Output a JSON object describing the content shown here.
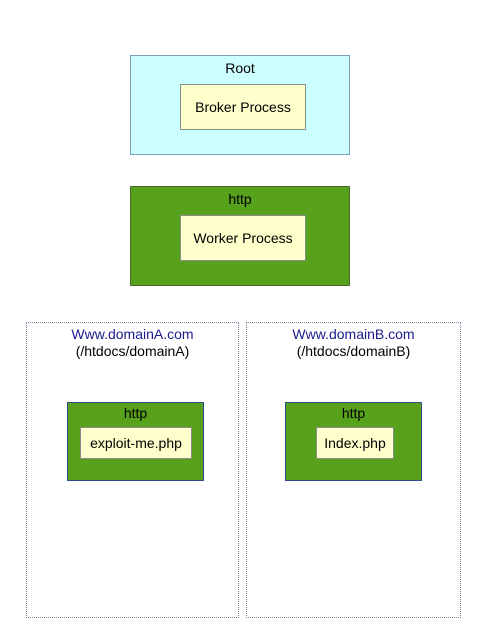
{
  "root": {
    "title": "Root",
    "child": "Broker Process"
  },
  "http_worker": {
    "title": "http",
    "child": "Worker Process"
  },
  "domains": [
    {
      "domain": "Www.domainA.com",
      "path": "(/htdocs/domainA)",
      "http_label": "http",
      "file": "exploit-me.php"
    },
    {
      "domain": "Www.domainB.com",
      "path": "(/htdocs/domainB)",
      "http_label": "http",
      "file": "Index.php"
    }
  ],
  "colors": {
    "root_fill": "#ccffff",
    "http_fill": "#57a11d",
    "process_fill": "#ffffcc",
    "domain_text": "#1a1a8c"
  }
}
